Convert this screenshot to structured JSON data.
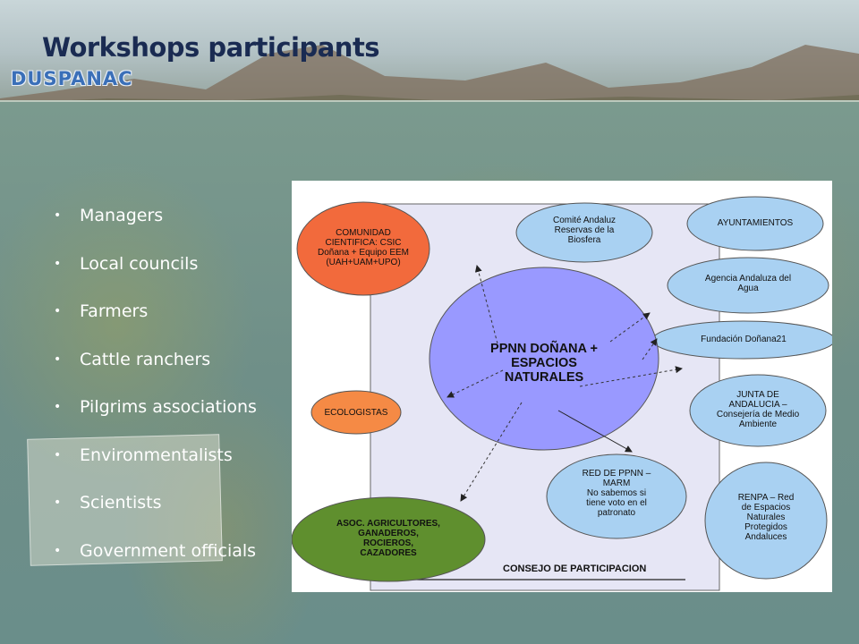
{
  "slide": {
    "title": "Workshops participants",
    "brand": "DUSPANAC",
    "bullets": [
      "Managers",
      "Local councils",
      "Farmers",
      "Cattle ranchers",
      "Pilgrims associations",
      "Environmentalists",
      "Scientists",
      "Government officials"
    ]
  },
  "diagram": {
    "center": "PPNN DOÑANA +\nESPACIOS\nNATURALES",
    "comunidad": "COMUNIDAD\nCIENTIFICA: CSIC\nDoñana + Equipo EEM\n(UAH+UAM+UPO)",
    "comite": "Comité Andaluz\nReservas de la\nBiosfera",
    "ayuntamientos": "AYUNTAMIENTOS",
    "agencia": "Agencia Andaluza del\nAgua",
    "fundacion": "Fundación Doñana21",
    "ecologistas": "ECOLOGISTAS",
    "junta": "JUNTA DE\nANDALUCIA –\nConsejería de Medio\nAmbiente",
    "red": "RED DE PPNN –\nMARM\nNo sabemos si\ntiene voto en el\npatronato",
    "renpa": "RENPA – Red\nde Espacios\nNaturales\nProtegidos\nAndaluces",
    "asoc": "ASOC. AGRICULTORES,\nGANADEROS,\nROCIEROS,\nCAZADORES",
    "footer": "CONSEJO DE PARTICIPACION"
  },
  "colors": {
    "title": "#1a2b52",
    "brand": "#3a6fb8",
    "center_fill": "#9999ff",
    "panel_fill": "#e6e6f5",
    "comunidad_fill": "#f26a3c",
    "ecologistas_fill": "#f58a45",
    "asoc_fill": "#5f8f2e",
    "light_blue_fill": "#a9d1f2"
  }
}
